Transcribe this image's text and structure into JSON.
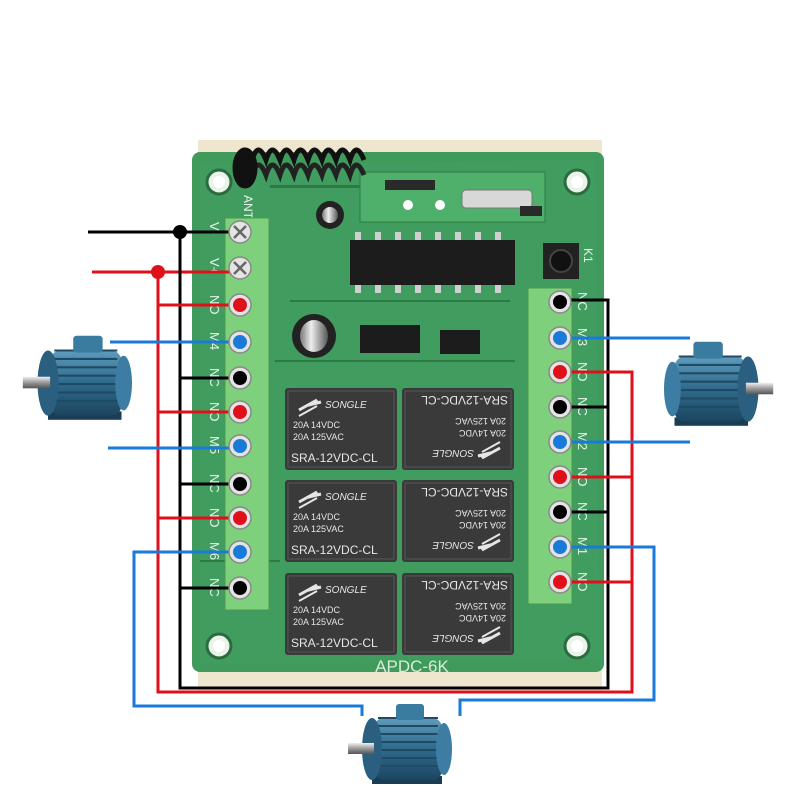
{
  "board": {
    "model_label": "APDC-6K",
    "antenna_label": "ANT",
    "key_label": "K1"
  },
  "relays": [
    {
      "model": "SRA-12VDC-CL",
      "brand": "SONGLE",
      "rating_1": "20A 14VDC",
      "rating_2": "20A 125VAC",
      "orientation": "upright"
    },
    {
      "model": "SRA-12VDC-CL",
      "brand": "SONGLE",
      "rating_1": "20A 14VDC",
      "rating_2": "20A 125VAC",
      "orientation": "inverted"
    },
    {
      "model": "SRA-12VDC-CL",
      "brand": "SONGLE",
      "rating_1": "20A 14VDC",
      "rating_2": "20A 125VAC",
      "orientation": "upright"
    },
    {
      "model": "SRA-12VDC-CL",
      "brand": "SONGLE",
      "rating_1": "20A 14VDC",
      "rating_2": "20A 125VAC",
      "orientation": "inverted"
    },
    {
      "model": "SRA-12VDC-CL",
      "brand": "SONGLE",
      "rating_1": "20A 14VDC",
      "rating_2": "20A 125VAC",
      "orientation": "upright"
    },
    {
      "model": "SRA-12VDC-CL",
      "brand": "SONGLE",
      "rating_1": "20A 14VDC",
      "rating_2": "20A 125VAC",
      "orientation": "inverted"
    }
  ],
  "left_terminals": [
    {
      "label": "V-",
      "wire": "black"
    },
    {
      "label": "V+",
      "wire": "red"
    },
    {
      "label": "NO",
      "wire": "red"
    },
    {
      "label": "M4",
      "wire": "blue"
    },
    {
      "label": "NC",
      "wire": "black"
    },
    {
      "label": "NO",
      "wire": "red"
    },
    {
      "label": "M5",
      "wire": "blue"
    },
    {
      "label": "NC",
      "wire": "black"
    },
    {
      "label": "NO",
      "wire": "red"
    },
    {
      "label": "M6",
      "wire": "blue"
    },
    {
      "label": "NC",
      "wire": "black"
    }
  ],
  "right_terminals": [
    {
      "label": "NC",
      "wire": "black"
    },
    {
      "label": "M3",
      "wire": "blue"
    },
    {
      "label": "NO",
      "wire": "red"
    },
    {
      "label": "NC",
      "wire": "black"
    },
    {
      "label": "M2",
      "wire": "blue"
    },
    {
      "label": "NO",
      "wire": "red"
    },
    {
      "label": "NC",
      "wire": "black"
    },
    {
      "label": "M1",
      "wire": "blue"
    },
    {
      "label": "NO",
      "wire": "red"
    }
  ],
  "colors": {
    "pcb": "#3f9a5c",
    "pcb_dark": "#2e7a45",
    "terminal_block": "#7fd07c",
    "wire_black": "#000000",
    "wire_red": "#e0101a",
    "wire_blue": "#1a7ad9",
    "relay_body": "#3a3a3a",
    "motor_body": "#2f6a8c"
  },
  "motors": [
    "motor-left",
    "motor-right",
    "motor-bottom"
  ]
}
